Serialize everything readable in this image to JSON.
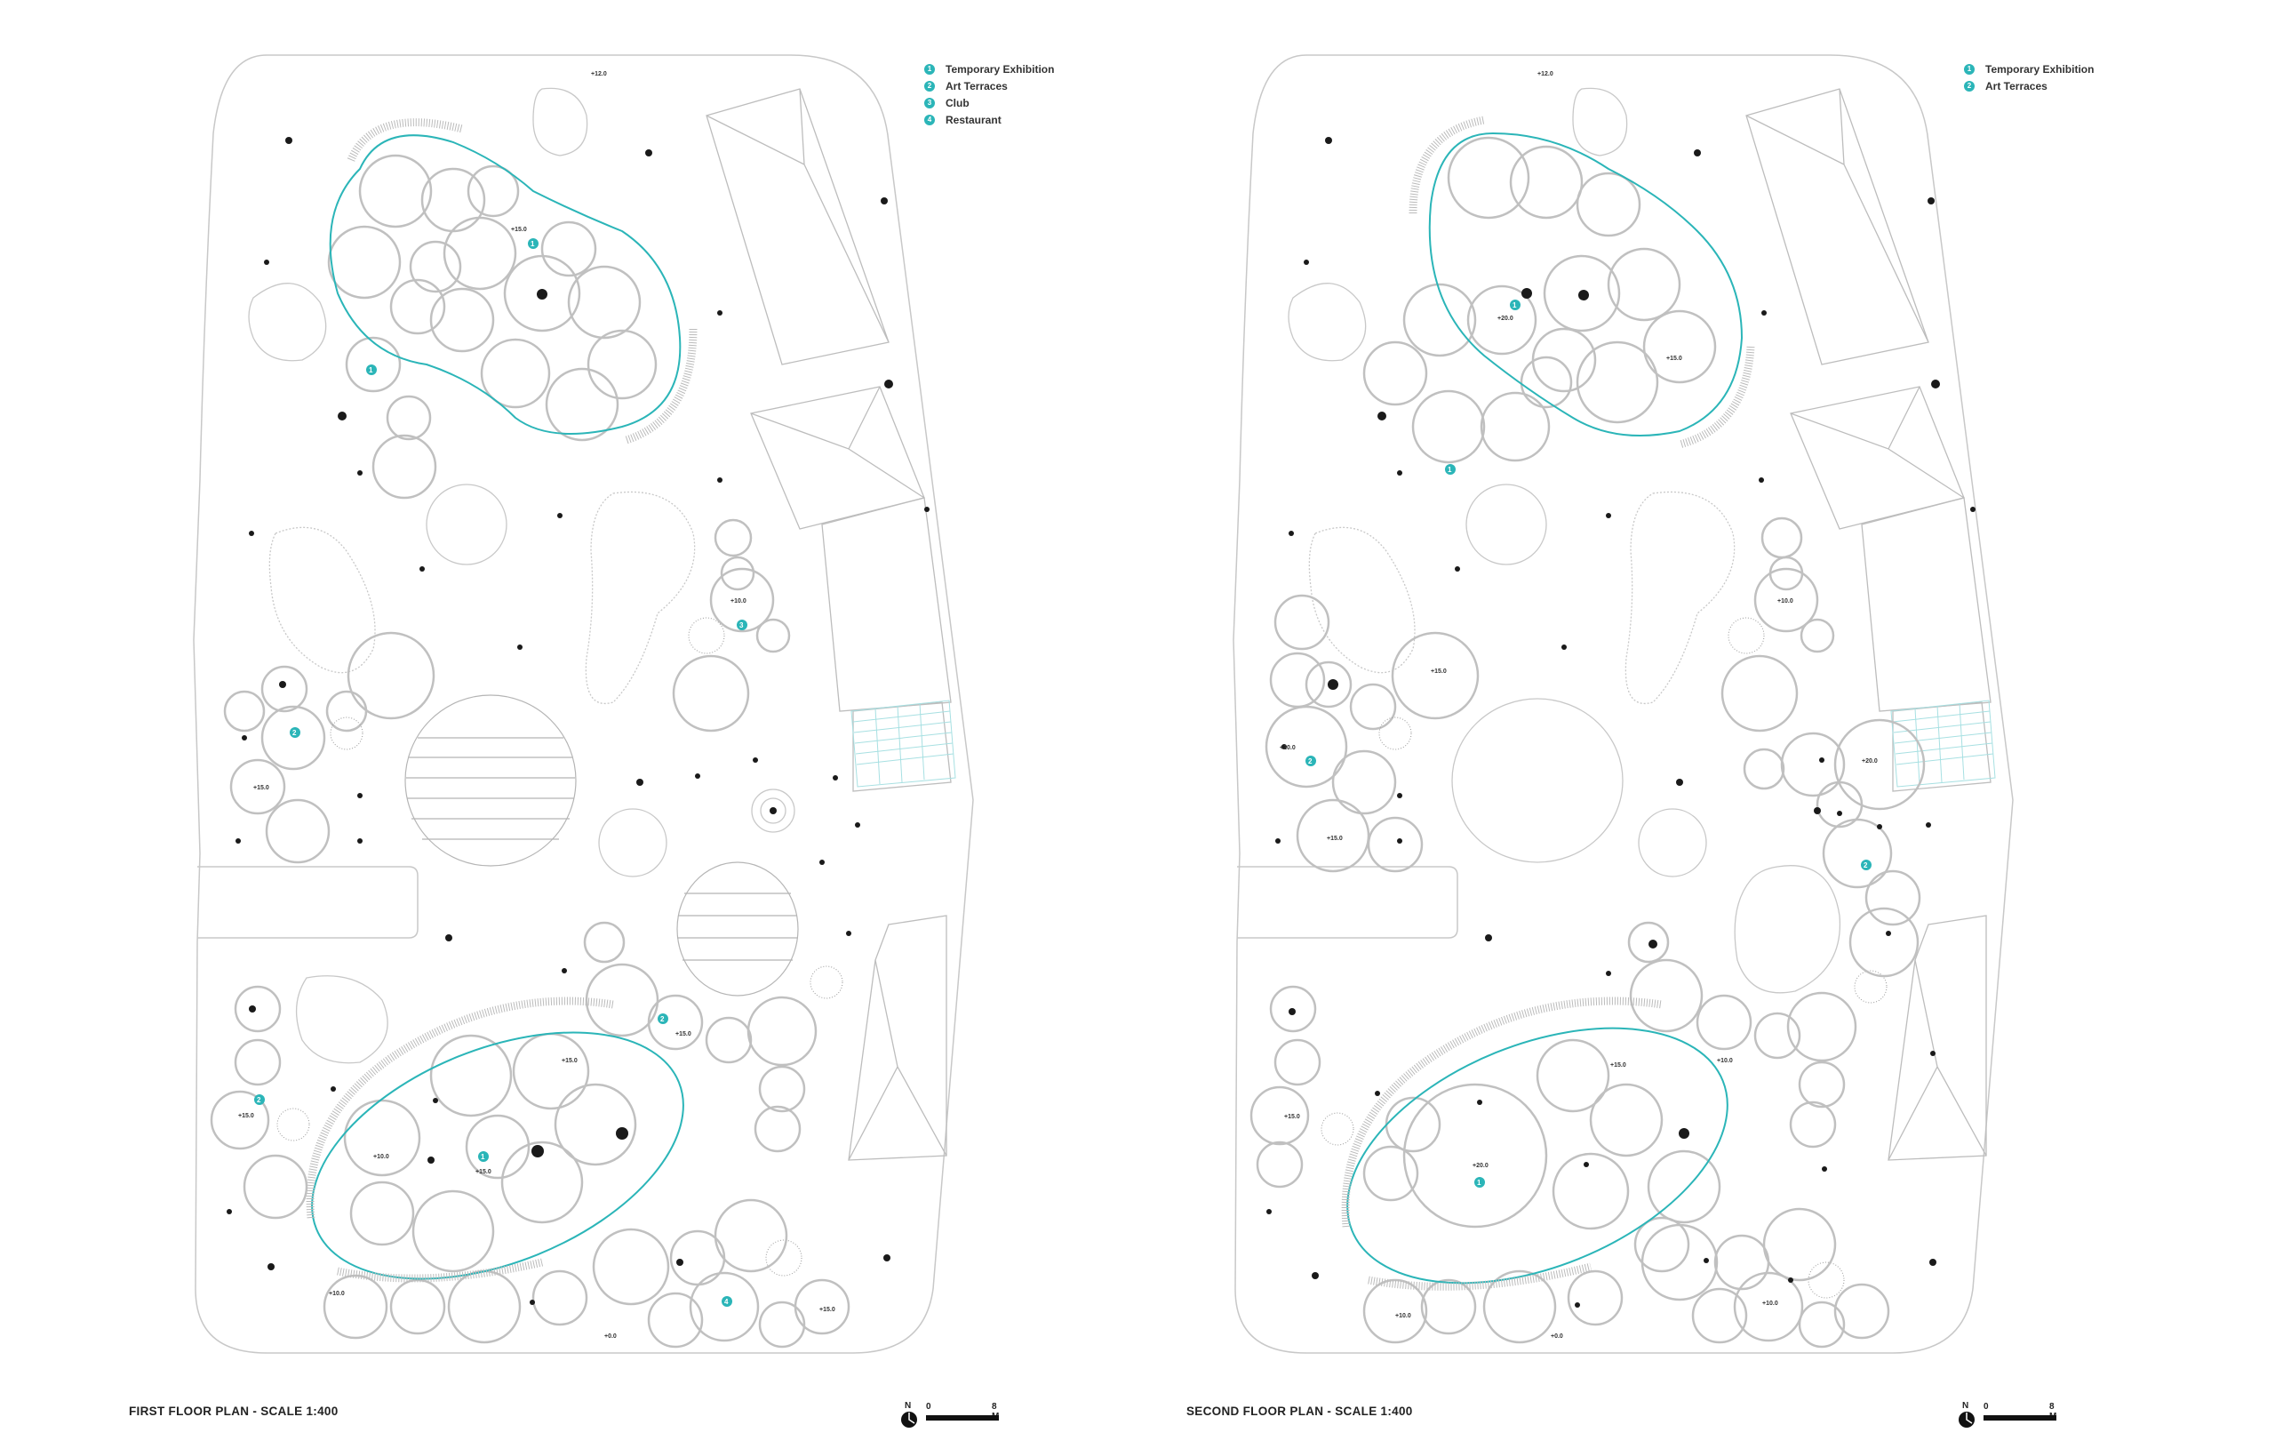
{
  "plans": [
    {
      "title": "FIRST FLOOR PLAN - SCALE 1:400",
      "legend": [
        {
          "num": "1",
          "label": "Temporary Exhibition"
        },
        {
          "num": "2",
          "label": "Art Terraces"
        },
        {
          "num": "3",
          "label": "Club"
        },
        {
          "num": "4",
          "label": "Restaurant"
        }
      ],
      "elevations": [
        "+12.0",
        "+15.0",
        "+10.0",
        "+15.0",
        "+15.0",
        "+15.0",
        "+15.0",
        "+15.0",
        "+10.0",
        "+10.0",
        "+15.0",
        "+0.0"
      ],
      "scale": {
        "north": "N",
        "zero": "0",
        "max": "8 M"
      }
    },
    {
      "title": "SECOND FLOOR PLAN - SCALE 1:400",
      "legend": [
        {
          "num": "1",
          "label": "Temporary Exhibition"
        },
        {
          "num": "2",
          "label": "Art Terraces"
        }
      ],
      "elevations": [
        "+12.0",
        "+20.0",
        "+15.0",
        "+10.0",
        "+15.0",
        "+20.0",
        "+20.0",
        "+15.0",
        "+10.0",
        "+15.0",
        "+15.0",
        "+20.0",
        "+10.0",
        "+10.0",
        "+0.0"
      ],
      "scale": {
        "north": "N",
        "zero": "0",
        "max": "8 M"
      }
    }
  ],
  "colors": {
    "accent": "#2bb5b8",
    "line": "#c8c8c8",
    "dot": "#1a1a1a"
  }
}
